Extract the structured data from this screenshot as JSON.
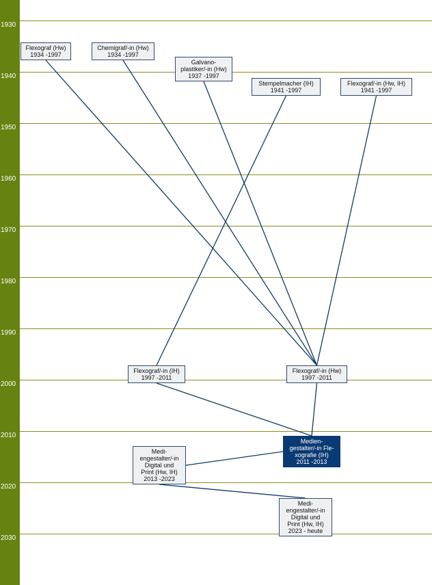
{
  "years": [
    "1930",
    "1940",
    "1950",
    "1960",
    "1970",
    "1980",
    "1990",
    "2000",
    "2010",
    "2020",
    "2030"
  ],
  "professions": [
    {
      "id": "flexograf-hw-1934",
      "lines": [
        "Flexograf (Hw)"
      ],
      "period": "1934 -1997",
      "current": false
    },
    {
      "id": "chemigraf-hw-1934",
      "lines": [
        "Chemigraf/-in (Hw)"
      ],
      "period": "1934 -1997",
      "current": false
    },
    {
      "id": "galvanoplastiker-hw-1937",
      "lines": [
        "Galvano-",
        "plastiker/-in (Hw)"
      ],
      "period": "1937 -1997",
      "current": false
    },
    {
      "id": "stempelmacher-ih-1941",
      "lines": [
        "Stempelmacher (IH)"
      ],
      "period": "1941 -1997",
      "current": false
    },
    {
      "id": "flexograf-hw-ih-1941",
      "lines": [
        "Flexograf/-in (Hw, IH)"
      ],
      "period": "1941 -1997",
      "current": false
    },
    {
      "id": "flexograf-ih-1997",
      "lines": [
        "Flexograf/-in (IH)"
      ],
      "period": "1997 -2011",
      "current": false
    },
    {
      "id": "flexograf-hw-1997",
      "lines": [
        "Flexograf/-in (Hw)"
      ],
      "period": "1997 -2011",
      "current": false
    },
    {
      "id": "mediengestalter-flexografie-2011",
      "lines": [
        "Medien-",
        "gestalter/-in Fle-",
        "xografie (IH)"
      ],
      "period": "2011 -2013",
      "current": true
    },
    {
      "id": "mediengestalter-digital-print-2013",
      "lines": [
        "Medi-",
        "engestalter/-in",
        "Digital und",
        "Print (Hw, IH)"
      ],
      "period": "2013 -2023",
      "current": false
    },
    {
      "id": "mediengestalter-digital-print-2023",
      "lines": [
        "Medi-",
        "engestalter/-in",
        "Digital und",
        "Print (Hw, IH)"
      ],
      "period": "2023 - heute",
      "current": false
    }
  ],
  "connections": [
    [
      "flexograf-hw-1934",
      "flexograf-hw-1997"
    ],
    [
      "chemigraf-hw-1934",
      "flexograf-hw-1997"
    ],
    [
      "galvanoplastiker-hw-1937",
      "flexograf-hw-1997"
    ],
    [
      "stempelmacher-ih-1941",
      "flexograf-ih-1997"
    ],
    [
      "flexograf-hw-ih-1941",
      "flexograf-hw-1997"
    ],
    [
      "flexograf-ih-1997",
      "mediengestalter-flexografie-2011"
    ],
    [
      "flexograf-hw-1997",
      "mediengestalter-flexografie-2011"
    ],
    [
      "mediengestalter-digital-print-2013",
      "mediengestalter-flexografie-2011"
    ],
    [
      "mediengestalter-digital-print-2013",
      "mediengestalter-digital-print-2023"
    ]
  ]
}
